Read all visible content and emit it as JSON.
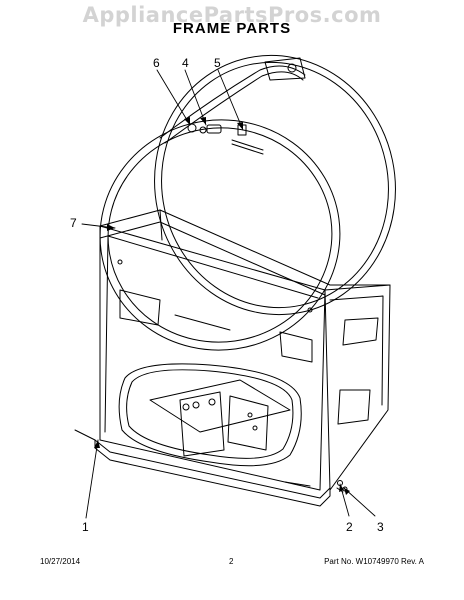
{
  "watermark": "AppliancePartsPros.com",
  "title": "FRAME PARTS",
  "callouts": [
    "1",
    "2",
    "3",
    "4",
    "5",
    "6",
    "7"
  ],
  "footer": {
    "date": "10/27/2014",
    "page": "2",
    "part_number": "Part No.  W10749970  Rev.  A"
  }
}
